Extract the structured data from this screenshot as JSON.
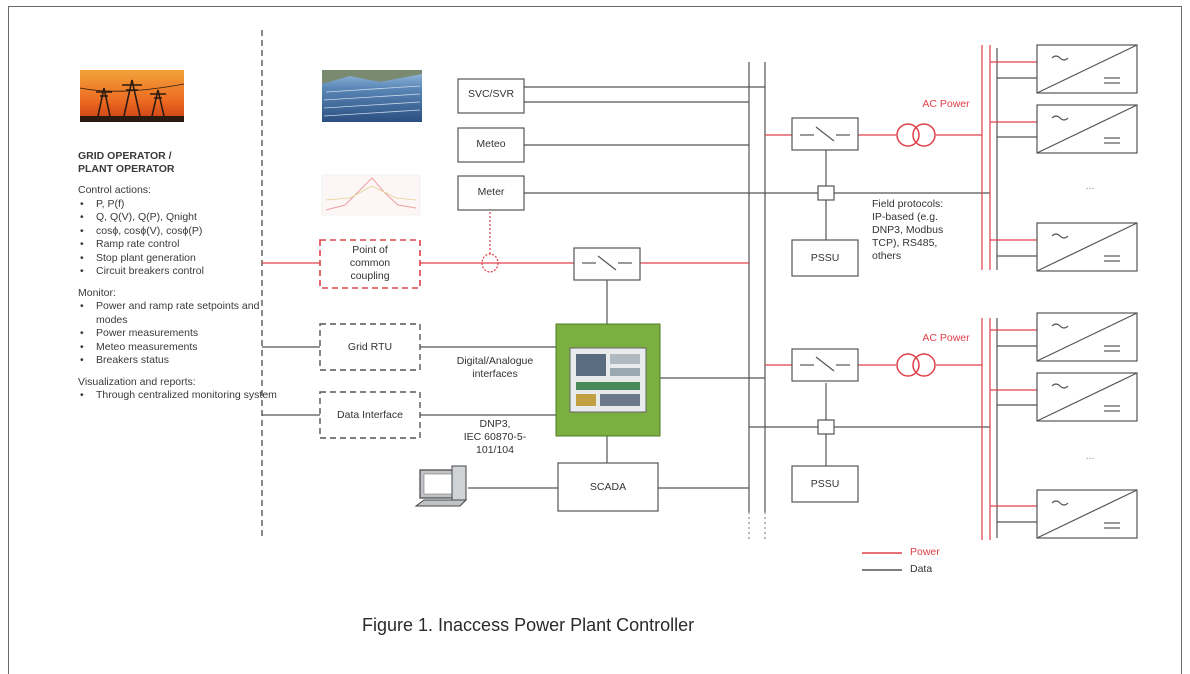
{
  "left_panel": {
    "title_lines": [
      "GRID OPERATOR /",
      "PLANT OPERATOR"
    ],
    "sections": [
      {
        "heading": "Control actions:",
        "items": [
          "P, P(f)",
          "Q, Q(V), Q(P), Qnight",
          "cosϕ, cosϕ(V), cosϕ(P)",
          "Ramp rate control",
          "Stop plant generation",
          "Circuit breakers control"
        ]
      },
      {
        "heading": "Monitor:",
        "items": [
          "Power and ramp rate setpoints and modes",
          "Power measurements",
          "Meteo measurements",
          "Breakers status"
        ]
      },
      {
        "heading": "Visualization and reports:",
        "items": [
          "Through centralized monitoring system"
        ]
      }
    ]
  },
  "boxes": {
    "svc": "SVC/SVR",
    "meteo": "Meteo",
    "meter": "Meter",
    "pcc_lines": [
      "Point of",
      "common",
      "coupling"
    ],
    "grid_rtu": "Grid RTU",
    "data_interface": "Data Interface",
    "scada": "SCADA",
    "pssu_top": "PSSU",
    "pssu_bottom": "PSSU"
  },
  "labels": {
    "digital_lines": [
      "Digital/Analogue",
      "interfaces"
    ],
    "dnp3_lines": [
      "DNP3,",
      "IEC 60870-5-",
      "101/104"
    ],
    "field_lines": [
      "Field protocols:",
      "IP-based (e.g.",
      "DNP3, Modbus",
      "TCP), RS485,",
      "others"
    ],
    "ac_power_top": "AC Power",
    "ac_power_bottom": "AC Power",
    "dots_top": "...",
    "dots_bottom": "..."
  },
  "legend": {
    "power": "Power",
    "data": "Data"
  },
  "caption": "Figure 1. Inaccess Power Plant Controller",
  "colors": {
    "power": "#e0404a",
    "data": "#555555",
    "controller": "#7ab040"
  }
}
